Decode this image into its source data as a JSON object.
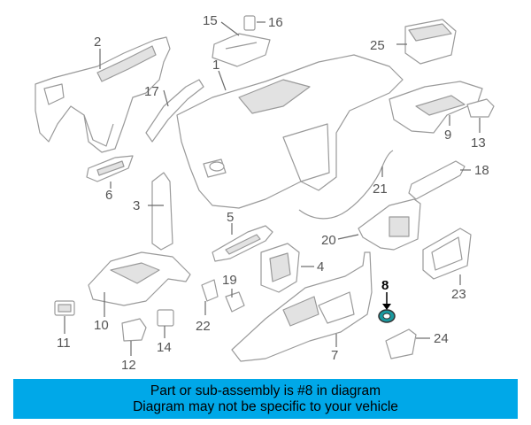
{
  "diagram": {
    "callouts": [
      {
        "id": "1",
        "label": "1"
      },
      {
        "id": "2",
        "label": "2"
      },
      {
        "id": "3",
        "label": "3"
      },
      {
        "id": "4",
        "label": "4"
      },
      {
        "id": "5",
        "label": "5"
      },
      {
        "id": "6",
        "label": "6"
      },
      {
        "id": "7",
        "label": "7"
      },
      {
        "id": "8",
        "label": "8"
      },
      {
        "id": "9",
        "label": "9"
      },
      {
        "id": "10",
        "label": "10"
      },
      {
        "id": "11",
        "label": "11"
      },
      {
        "id": "12",
        "label": "12"
      },
      {
        "id": "13",
        "label": "13"
      },
      {
        "id": "14",
        "label": "14"
      },
      {
        "id": "15",
        "label": "15"
      },
      {
        "id": "16",
        "label": "16"
      },
      {
        "id": "17",
        "label": "17"
      },
      {
        "id": "18",
        "label": "18"
      },
      {
        "id": "19",
        "label": "19"
      },
      {
        "id": "20",
        "label": "20"
      },
      {
        "id": "21",
        "label": "21"
      },
      {
        "id": "22",
        "label": "22"
      },
      {
        "id": "23",
        "label": "23"
      },
      {
        "id": "24",
        "label": "24"
      },
      {
        "id": "25",
        "label": "25"
      }
    ],
    "highlighted_part": "8",
    "highlight_color": "#1a9aa0"
  },
  "banner": {
    "line1": "Part or sub-assembly is #8 in diagram",
    "line2": "Diagram may not be specific to your vehicle",
    "background": "#00a8e8"
  }
}
